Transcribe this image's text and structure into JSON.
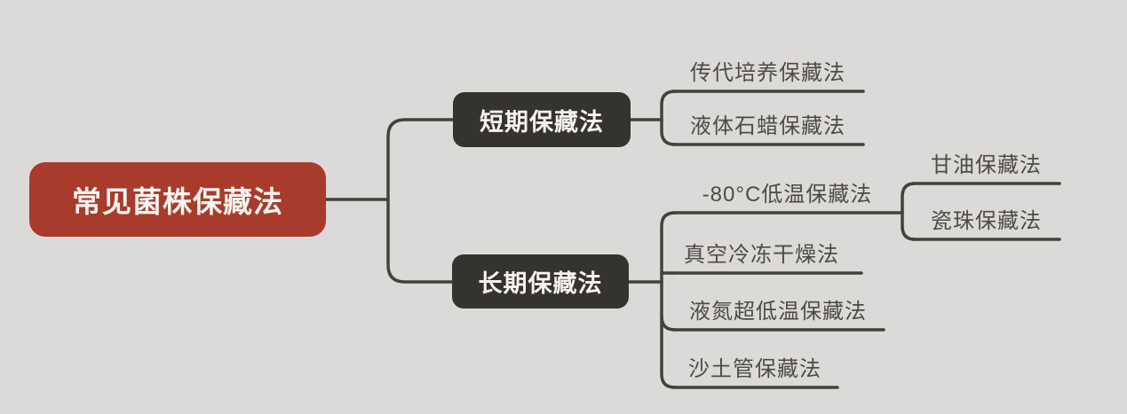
{
  "colors": {
    "background": "#dcdad8",
    "root_fill": "#a83b2b",
    "branch_fill": "#34332f",
    "node_text": "#f7f4f0",
    "leaf_text": "#4d4b46",
    "line": "#43413d"
  },
  "mindmap": {
    "type": "mindmap",
    "root": {
      "label": "常见菌株保藏法"
    },
    "branches": [
      {
        "label": "短期保藏法",
        "children": [
          {
            "label": "传代培养保藏法"
          },
          {
            "label": "液体石蜡保藏法"
          }
        ]
      },
      {
        "label": "长期保藏法",
        "children": [
          {
            "label": "-80°C低温保藏法",
            "children": [
              {
                "label": "甘油保藏法"
              },
              {
                "label": "瓷珠保藏法"
              }
            ]
          },
          {
            "label": "真空冷冻干燥法"
          },
          {
            "label": "液氮超低温保藏法"
          },
          {
            "label": "沙土管保藏法"
          }
        ]
      }
    ]
  }
}
